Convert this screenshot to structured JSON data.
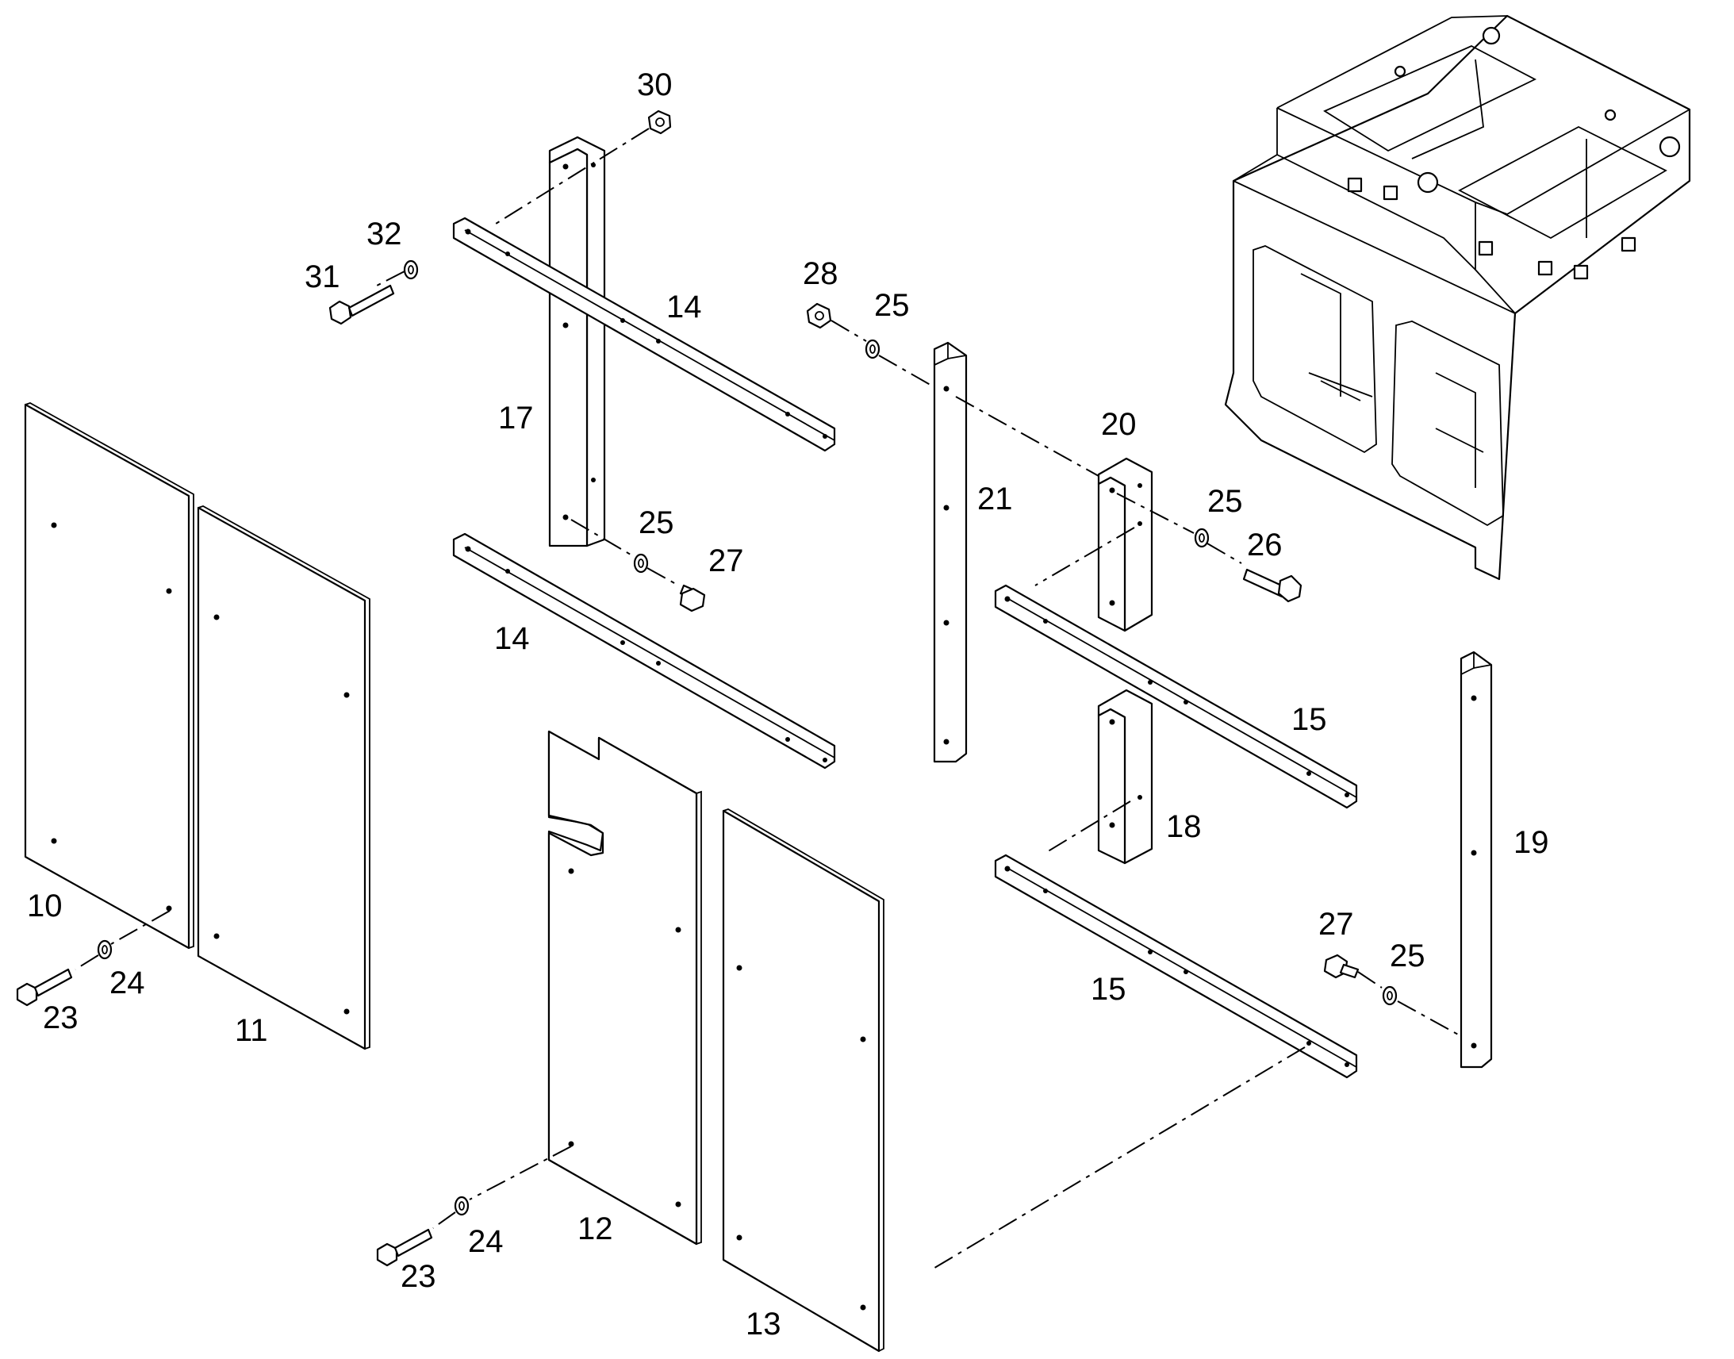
{
  "callouts": {
    "c10": "10",
    "c11": "11",
    "c12": "12",
    "c13": "13",
    "c14a": "14",
    "c14b": "14",
    "c15a": "15",
    "c15b": "15",
    "c17": "17",
    "c18": "18",
    "c19": "19",
    "c20": "20",
    "c21": "21",
    "c23a": "23",
    "c23b": "23",
    "c24a": "24",
    "c24b": "24",
    "c25a": "25",
    "c25b": "25",
    "c25c": "25",
    "c25d": "25",
    "c26": "26",
    "c27a": "27",
    "c27b": "27",
    "c28": "28",
    "c30": "30",
    "c31": "31",
    "c32": "32"
  }
}
